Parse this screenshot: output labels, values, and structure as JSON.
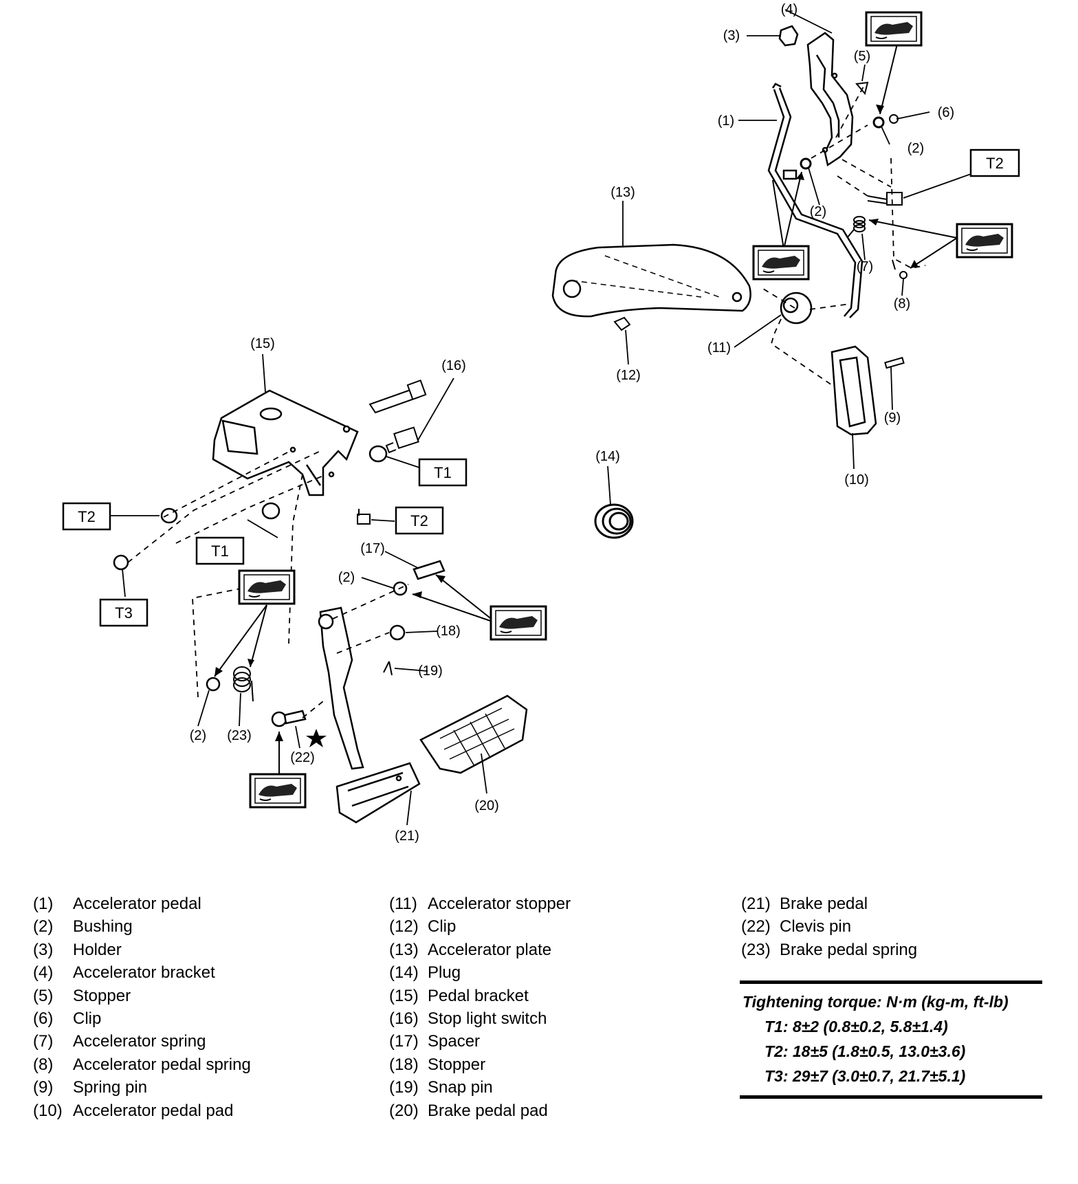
{
  "callouts": {
    "c1": "(1)",
    "c2": "(2)",
    "c3": "(3)",
    "c4": "(4)",
    "c5": "(5)",
    "c6": "(6)",
    "c7": "(7)",
    "c8": "(8)",
    "c9": "(9)",
    "c10": "(10)",
    "c11": "(11)",
    "c12": "(12)",
    "c13": "(13)",
    "c14": "(14)",
    "c15": "(15)",
    "c16": "(16)",
    "c17": "(17)",
    "c18": "(18)",
    "c19": "(19)",
    "c20": "(20)",
    "c21": "(21)",
    "c22": "(22)",
    "c23": "(23)"
  },
  "torque_tags": {
    "t1": "T1",
    "t2": "T2",
    "t3": "T3"
  },
  "grease_icon": "grease-application-icon",
  "star_icon": "star-icon",
  "legend": {
    "col1": [
      {
        "num": "(1)",
        "name": "Accelerator pedal"
      },
      {
        "num": "(2)",
        "name": "Bushing"
      },
      {
        "num": "(3)",
        "name": "Holder"
      },
      {
        "num": "(4)",
        "name": "Accelerator bracket"
      },
      {
        "num": "(5)",
        "name": "Stopper"
      },
      {
        "num": "(6)",
        "name": "Clip"
      },
      {
        "num": "(7)",
        "name": "Accelerator spring"
      },
      {
        "num": "(8)",
        "name": "Accelerator pedal spring"
      },
      {
        "num": "(9)",
        "name": "Spring pin"
      },
      {
        "num": "(10)",
        "name": "Accelerator pedal pad"
      }
    ],
    "col2": [
      {
        "num": "(11)",
        "name": "Accelerator stopper"
      },
      {
        "num": "(12)",
        "name": "Clip"
      },
      {
        "num": "(13)",
        "name": "Accelerator plate"
      },
      {
        "num": "(14)",
        "name": "Plug"
      },
      {
        "num": "(15)",
        "name": "Pedal bracket"
      },
      {
        "num": "(16)",
        "name": "Stop light switch"
      },
      {
        "num": "(17)",
        "name": "Spacer"
      },
      {
        "num": "(18)",
        "name": "Stopper"
      },
      {
        "num": "(19)",
        "name": "Snap pin"
      },
      {
        "num": "(20)",
        "name": "Brake pedal pad"
      }
    ],
    "col3": [
      {
        "num": "(21)",
        "name": "Brake pedal"
      },
      {
        "num": "(22)",
        "name": "Clevis pin"
      },
      {
        "num": "(23)",
        "name": "Brake pedal spring"
      }
    ]
  },
  "torque": {
    "title": "Tightening torque: N·m (kg-m, ft-lb)",
    "t1": "T1: 8±2 (0.8±0.2, 5.8±1.4)",
    "t2": "T2: 18±5 (1.8±0.5, 13.0±3.6)",
    "t3": "T3: 29±7 (3.0±0.7, 21.7±5.1)"
  }
}
